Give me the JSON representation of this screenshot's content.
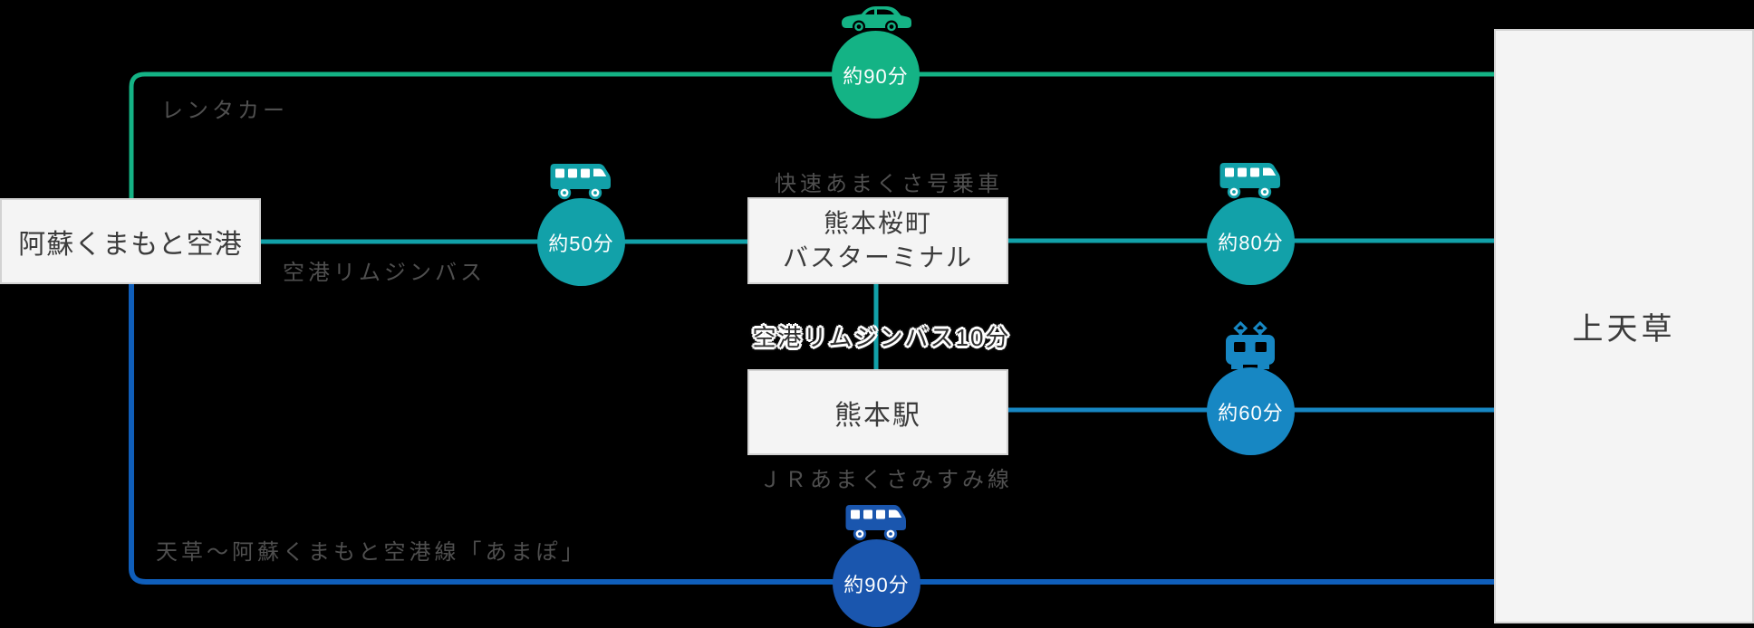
{
  "diagram": {
    "background_color": "#000000",
    "nodes": {
      "airport": "阿蘇くまもと空港",
      "terminal_line1": "熊本桜町",
      "terminal_line2": "バスターミナル",
      "station": "熊本駅",
      "destination": "上天草"
    },
    "routes": {
      "rental_car": {
        "label": "レンタカー",
        "duration": "約90分",
        "icon": "car-icon",
        "color": "#14b385"
      },
      "limousine_bus": {
        "label": "空港リムジンバス",
        "duration": "約50分",
        "icon": "bus-icon",
        "color": "#12a1a9"
      },
      "rapid_amakusa_bus": {
        "label": "快速あまくさ号乗車",
        "duration": "約80分",
        "icon": "bus-icon",
        "color": "#12a1a9"
      },
      "terminal_transfer": {
        "label": "空港リムジンバス10分",
        "color": "#12a1a9"
      },
      "jr_misumi_line": {
        "label": "ＪＲあまくさみすみ線",
        "duration": "約60分",
        "icon": "train-icon",
        "color": "#1787c3"
      },
      "amapo_bus": {
        "label": "天草〜阿蘇くまもと空港線「あまぽ」",
        "duration": "約90分",
        "icon": "bus-icon",
        "color": "#1059b4"
      }
    }
  }
}
